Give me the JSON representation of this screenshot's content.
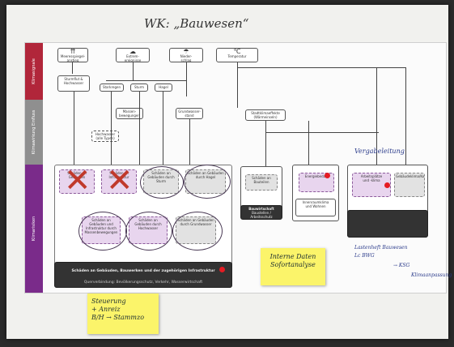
{
  "title": "WK: „Bauwesen“",
  "bands": [
    {
      "label": "Klimasignale",
      "color": "#b1263a"
    },
    {
      "label": "Klimawirkung Einfluss",
      "color": "#8f8f8f"
    },
    {
      "label": "Klimarisiken",
      "color": "#7a2b8a"
    }
  ],
  "signals": [
    {
      "icon": "⇈",
      "label": "Meeresspiegel-\nanstieg"
    },
    {
      "icon": "☁",
      "label": "Extrem-\nereignisse"
    },
    {
      "icon": "☂",
      "label": "Nieder-\nschlag"
    },
    {
      "icon": "℃",
      "label": "Temperatur"
    }
  ],
  "mid_boxes": {
    "surge": "Sturmflut & Hochwasser",
    "events": [
      "Starkregen",
      "Sturm",
      "Hagel"
    ],
    "mass": "Massen-\nbewegungen",
    "hail": "Hochwasser\n(alle Typen)",
    "rain": "Grundwasser-\nstand",
    "heat": "Stadtklimaeffekte\n(Wärmeinseln)"
  },
  "risk_left_title": "Schäden an Gebäuden, Bauwerken und der zugehörigen Infrastruktur",
  "risk_left_sub": "Querverbindung: Bevölkerungsschutz, Verkehr, Wasserwirtschaft",
  "risk_mid": [
    "Schäden an Gebäuden",
    "Schäden an Infrastruktur",
    "Schäden an Gebäuden durch Sturm",
    "Schäden an Gebäuden durch Hagel"
  ],
  "risk_mid2": [
    "Schäden an Gebäuden und Infrastruktur durch Massenbewegungen",
    "Schäden an Gebäuden durch Hochwasser",
    "Schäden an Gebäuden durch Grundwasser"
  ],
  "box_bauwirtschaft": "Bauwirtschaft",
  "box_bau_sub": "Baustellen / Arbeitsschutz",
  "box_schaeden": "Schäden an Bauteilen",
  "box_energie": "Energiebedarf",
  "box_innen": "Innenraumklima\nund Wohnen",
  "box_arbeit": "Arbeitsplätze\nund -klima",
  "box_komfort": "Gebäudeklima/Komfort",
  "stickies": [
    {
      "text": "Steuerung\n+ Anreiz\nB/H → Stammzo"
    },
    {
      "text": "Interne Daten\nSofortanalyse"
    }
  ],
  "hand_notes": [
    "Vergabeleitung",
    "Lastenheft Bauwesen",
    "Lc BWG",
    "→ KSG",
    "Klimaanpassung"
  ]
}
